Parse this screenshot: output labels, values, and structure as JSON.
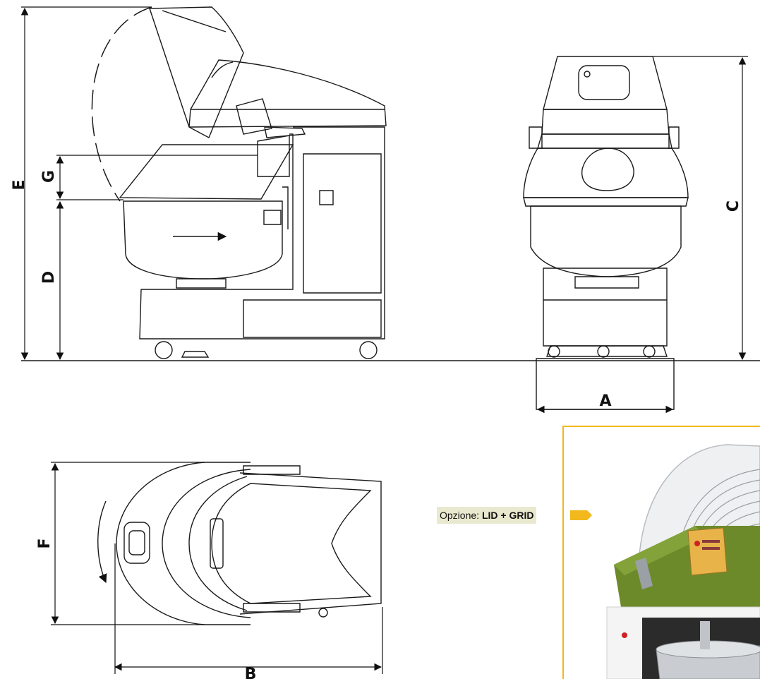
{
  "dimension_labels": {
    "a": "A",
    "b": "B",
    "c": "C",
    "d": "D",
    "e": "E",
    "f": "F",
    "g": "G"
  },
  "option_tag": {
    "prefix": "Opzione: ",
    "value": "LID + GRID"
  },
  "colors": {
    "line": "#1a1a1a",
    "accent_orange": "#f2b81c",
    "tag_background": "#e9e9cf",
    "machine_green": "#6d8a2a",
    "control_panel": "#e8b44a"
  }
}
